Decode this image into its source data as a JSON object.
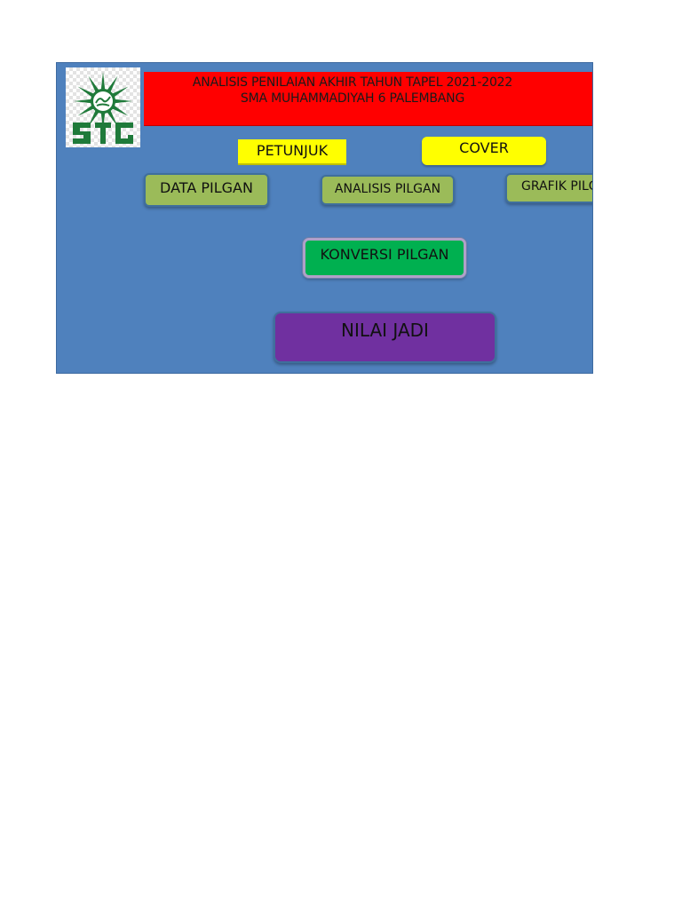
{
  "header": {
    "title_line1": "ANALISIS  PENILAIAN  AKHIR TAHUN TAPEL 2021-2022",
    "title_line2": "SMA MUHAMMADIYAH 6 PALEMBANG"
  },
  "logo": {
    "icon": "muhammadiyah-emblem",
    "color": "#1f7a3a"
  },
  "buttons": {
    "petunjuk": "PETUNJUK",
    "cover": "COVER",
    "data_pilgan": "DATA PILGAN",
    "analisis_pilgan": "ANALISIS PILGAN",
    "grafik_pilgan": "GRAFIK PILGAN",
    "konversi_pilgan": "KONVERSI PILGAN",
    "nilai_jadi": "NILAI JADI"
  },
  "colors": {
    "panel": "#4f81bd",
    "header": "#ff0000",
    "yellow": "#ffff00",
    "green_soft": "#9bbb59",
    "green": "#00b050",
    "purple": "#7030a0"
  }
}
